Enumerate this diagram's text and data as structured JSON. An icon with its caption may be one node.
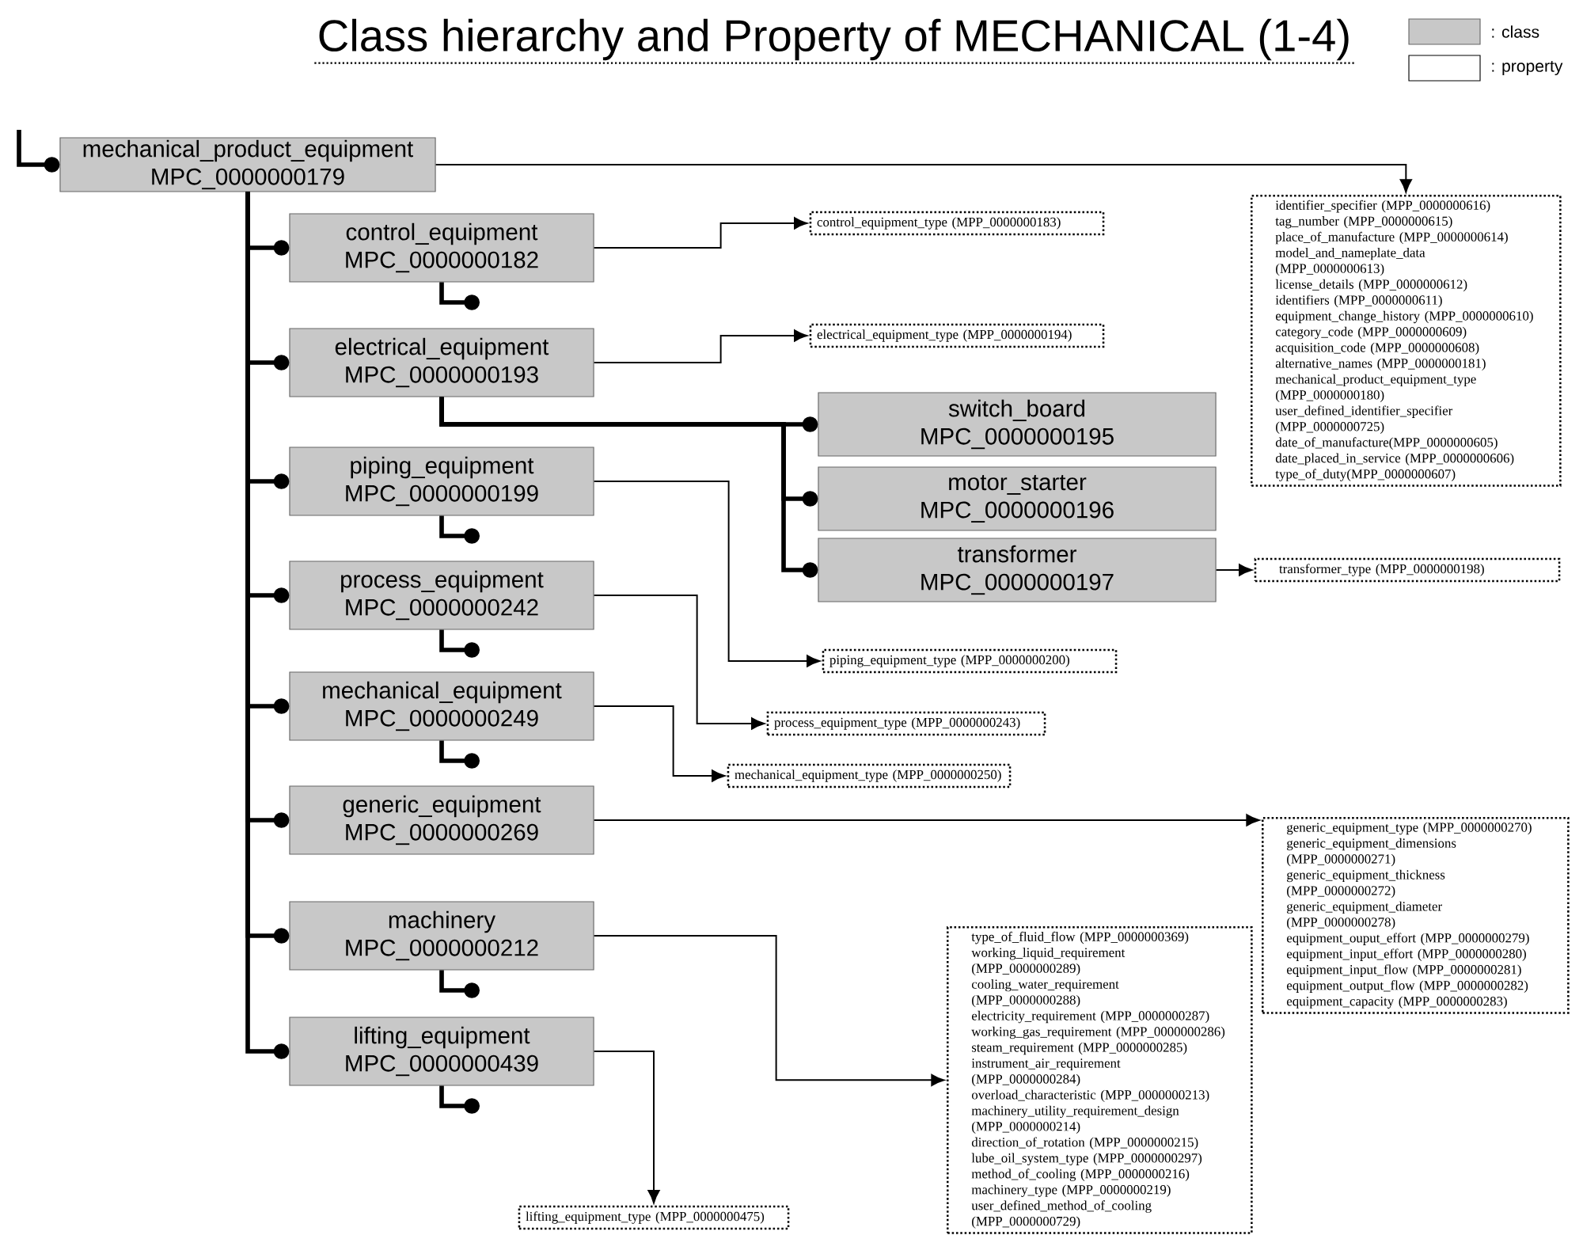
{
  "diagram": {
    "title": "Class hierarchy and Property of MECHANICAL (1-4)",
    "nodes": [
      {
        "text": [
          "mechanical_product_equipment",
          "MPC_0000000179"
        ]
      },
      {
        "text": [
          "control_equipment",
          "MPC_0000000182"
        ]
      },
      {
        "text": [
          "control_equipment_type (MPP_0000000183)"
        ]
      },
      {
        "text": [
          "electrical_equipment",
          "MPC_0000000193"
        ]
      },
      {
        "text": [
          "electrical_equipment_type (MPP_0000000194)"
        ]
      },
      {
        "text": [
          "switch_board",
          "MPC_0000000195"
        ]
      },
      {
        "text": [
          "motor_starter",
          "MPC_0000000196"
        ]
      },
      {
        "text": [
          "transformer",
          "MPC_0000000197"
        ]
      },
      {
        "text": [
          "transformer_type (MPP_0000000198)"
        ]
      },
      {
        "text": [
          "piping_equipment",
          "MPC_0000000199"
        ]
      },
      {
        "text": [
          "piping_equipment_type (MPP_0000000200)"
        ]
      },
      {
        "text": [
          "process_equipment",
          "MPC_0000000242"
        ]
      },
      {
        "text": [
          "process_equipment_type (MPP_0000000243)"
        ]
      },
      {
        "text": [
          "mechanical_equipment",
          "MPC_0000000249"
        ]
      },
      {
        "text": [
          "mechanical_equipment_type (MPP_0000000250)"
        ]
      },
      {
        "text": [
          "generic_equipment",
          "MPC_0000000269"
        ]
      },
      {
        "text": [
          "generic_equipment_type (MPP_0000000270)",
          "generic_equipment_dimensions (MPP_0000000271)",
          "generic_equipment_thickness (MPP_0000000272)",
          "generic_equipment_diameter (MPP_0000000278)",
          "equipment_ouput_effort (MPP_0000000279)",
          "equipment_input_effort (MPP_0000000280)",
          "equipment_input_flow (MPP_0000000281)",
          "equipment_output_flow (MPP_0000000282)",
          "equipment_capacity (MPP_0000000283)"
        ]
      },
      {
        "text": [
          "machinery",
          "MPC_0000000212"
        ]
      },
      {
        "text": [
          "type_of_fluid_flow (MPP_0000000369)",
          "working_liquid_requirement (MPP_0000000289)",
          "cooling_water_requirement (MPP_0000000288)",
          "electricity_requirement (MPP_0000000287)",
          "working_gas_requirement (MPP_0000000286)",
          "steam_requirement (MPP_0000000285)",
          "instrument_air_requirement (MPP_0000000284)",
          "overload_characteristic (MPP_0000000213)",
          "machinery_utility_requirement_design (MPP_0000000214)",
          "direction_of_rotation (MPP_0000000215)",
          "lube_oil_system_type (MPP_0000000297)",
          "method_of_cooling (MPP_0000000216)",
          "machinery_type (MPP_0000000219)",
          "user_defined_method_of_cooling (MPP_0000000729)"
        ]
      },
      {
        "text": [
          "lifting_equipment",
          "MPC_0000000439"
        ]
      },
      {
        "text": [
          "lifting_equipment_type (MPP_0000000475)"
        ]
      },
      {
        "text": [
          "identifier_specifier (MPP_0000000616)",
          "tag_number (MPP_0000000615)",
          "place_of_manufacture (MPP_0000000614)",
          "model_and_nameplate_data (MPP_0000000613)",
          "license_details (MPP_0000000612)",
          "identifiers (MPP_0000000611)",
          "equipment_change_history (MPP_0000000610)",
          "category_code (MPP_0000000609)",
          "acquisition_code (MPP_0000000608)",
          "alternative_names (MPP_0000000181)",
          "mechanical_product_equipment_type (MPP_0000000180)",
          "user_defined_identifier_specifier (MPP_0000000725)",
          "date_of_manufacture(MPP_0000000605)",
          "date_placed_in_service (MPP_0000000606)",
          "type_of_duty(MPP_0000000607)"
        ]
      }
    ],
    "edges": [
      {
        "from": null,
        "to": 0,
        "arrow": "other"
      },
      {
        "from": 0,
        "to": 1,
        "arrow": "other"
      },
      {
        "from": 0,
        "to": 3,
        "arrow": "other"
      },
      {
        "from": 0,
        "to": 9,
        "arrow": "other"
      },
      {
        "from": 0,
        "to": 11,
        "arrow": "other"
      },
      {
        "from": 0,
        "to": 13,
        "arrow": "other"
      },
      {
        "from": 0,
        "to": 15,
        "arrow": "other"
      },
      {
        "from": 0,
        "to": 17,
        "arrow": "other"
      },
      {
        "from": 0,
        "to": 19,
        "arrow": "other"
      },
      {
        "from": 3,
        "to": 5,
        "arrow": "other"
      },
      {
        "from": 3,
        "to": 6,
        "arrow": "other"
      },
      {
        "from": 3,
        "to": 7,
        "arrow": "other"
      },
      {
        "from": 1,
        "to": null,
        "arrow": "other"
      },
      {
        "from": 9,
        "to": null,
        "arrow": "other"
      },
      {
        "from": 11,
        "to": null,
        "arrow": "other"
      },
      {
        "from": 13,
        "to": null,
        "arrow": "other"
      },
      {
        "from": 17,
        "to": null,
        "arrow": "other"
      },
      {
        "from": 19,
        "to": null,
        "arrow": "other"
      },
      {
        "from": 0,
        "to": 21,
        "arrow": "to"
      },
      {
        "from": 1,
        "to": 2,
        "arrow": "to"
      },
      {
        "from": 3,
        "to": 4,
        "arrow": "to"
      },
      {
        "from": 7,
        "to": 8,
        "arrow": "to"
      },
      {
        "from": 9,
        "to": 10,
        "arrow": "to"
      },
      {
        "from": 11,
        "to": 12,
        "arrow": "to"
      },
      {
        "from": 13,
        "to": 14,
        "arrow": "to"
      },
      {
        "from": 15,
        "to": 16,
        "arrow": "to"
      },
      {
        "from": 17,
        "to": 18,
        "arrow": "to"
      },
      {
        "from": 19,
        "to": 20,
        "arrow": "to"
      }
    ],
    "legend": [
      {
        "text": ": class",
        "color": "#c8c8c8"
      },
      {
        "text": ": property"
      }
    ]
  }
}
